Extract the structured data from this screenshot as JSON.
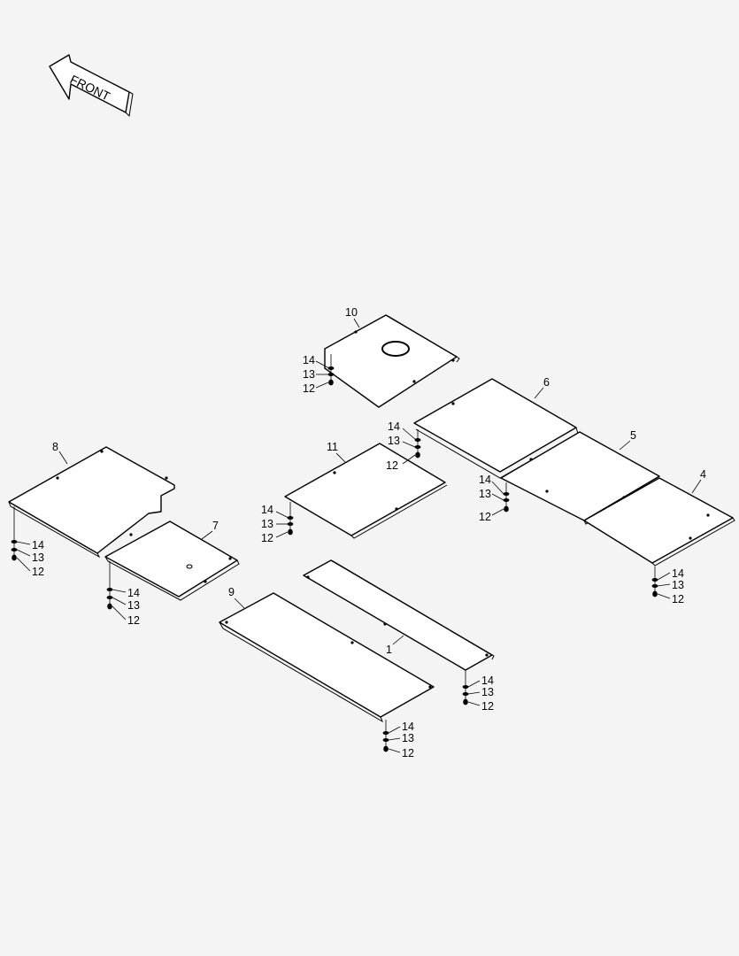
{
  "front_arrow": {
    "label": "FRONT"
  },
  "callouts": {
    "c1": "1",
    "c4": "4",
    "c5": "5",
    "c6": "6",
    "c7": "7",
    "c8": "8",
    "c9": "9",
    "c10": "10",
    "c11": "11",
    "c12": "12",
    "c13": "13",
    "c14": "14"
  }
}
